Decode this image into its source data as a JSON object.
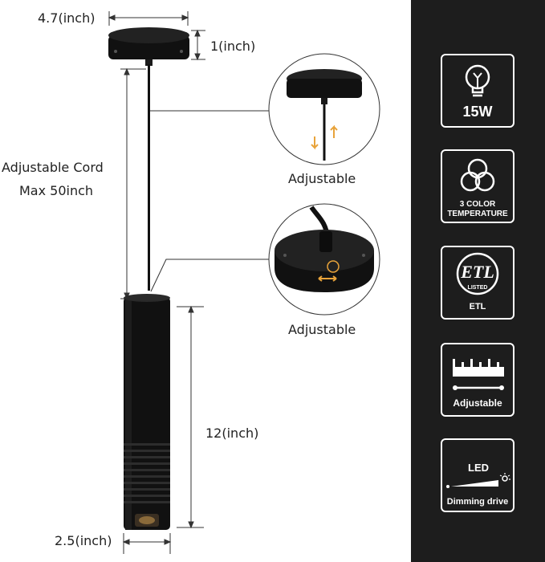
{
  "dimensions": {
    "canopy_width": "4.7(inch)",
    "canopy_height": "1(inch)",
    "cord": {
      "line1": "Adjustable Cord",
      "line2": "Max 50inch"
    },
    "body_length": "12(inch)",
    "body_diameter": "2.5(inch)"
  },
  "callouts": [
    {
      "label": "Adjustable"
    },
    {
      "label": "Adjustable"
    }
  ],
  "features": [
    {
      "icon": "bulb-icon",
      "label": "15W"
    },
    {
      "icon": "tri-circle-icon",
      "label_line1": "3 COLOR",
      "label_line2": "TEMPERATURE"
    },
    {
      "icon": "etl-icon",
      "mark": "ETL",
      "listed": "LISTED",
      "label": "ETL"
    },
    {
      "icon": "ruler-icon",
      "label": "Adjustable"
    },
    {
      "icon": "dimming-icon",
      "top": "LED",
      "label": "Dimming drive"
    }
  ],
  "colors": {
    "panel": "#1d1d1d",
    "fixture": "#111111",
    "accent": "#e8a33a"
  }
}
